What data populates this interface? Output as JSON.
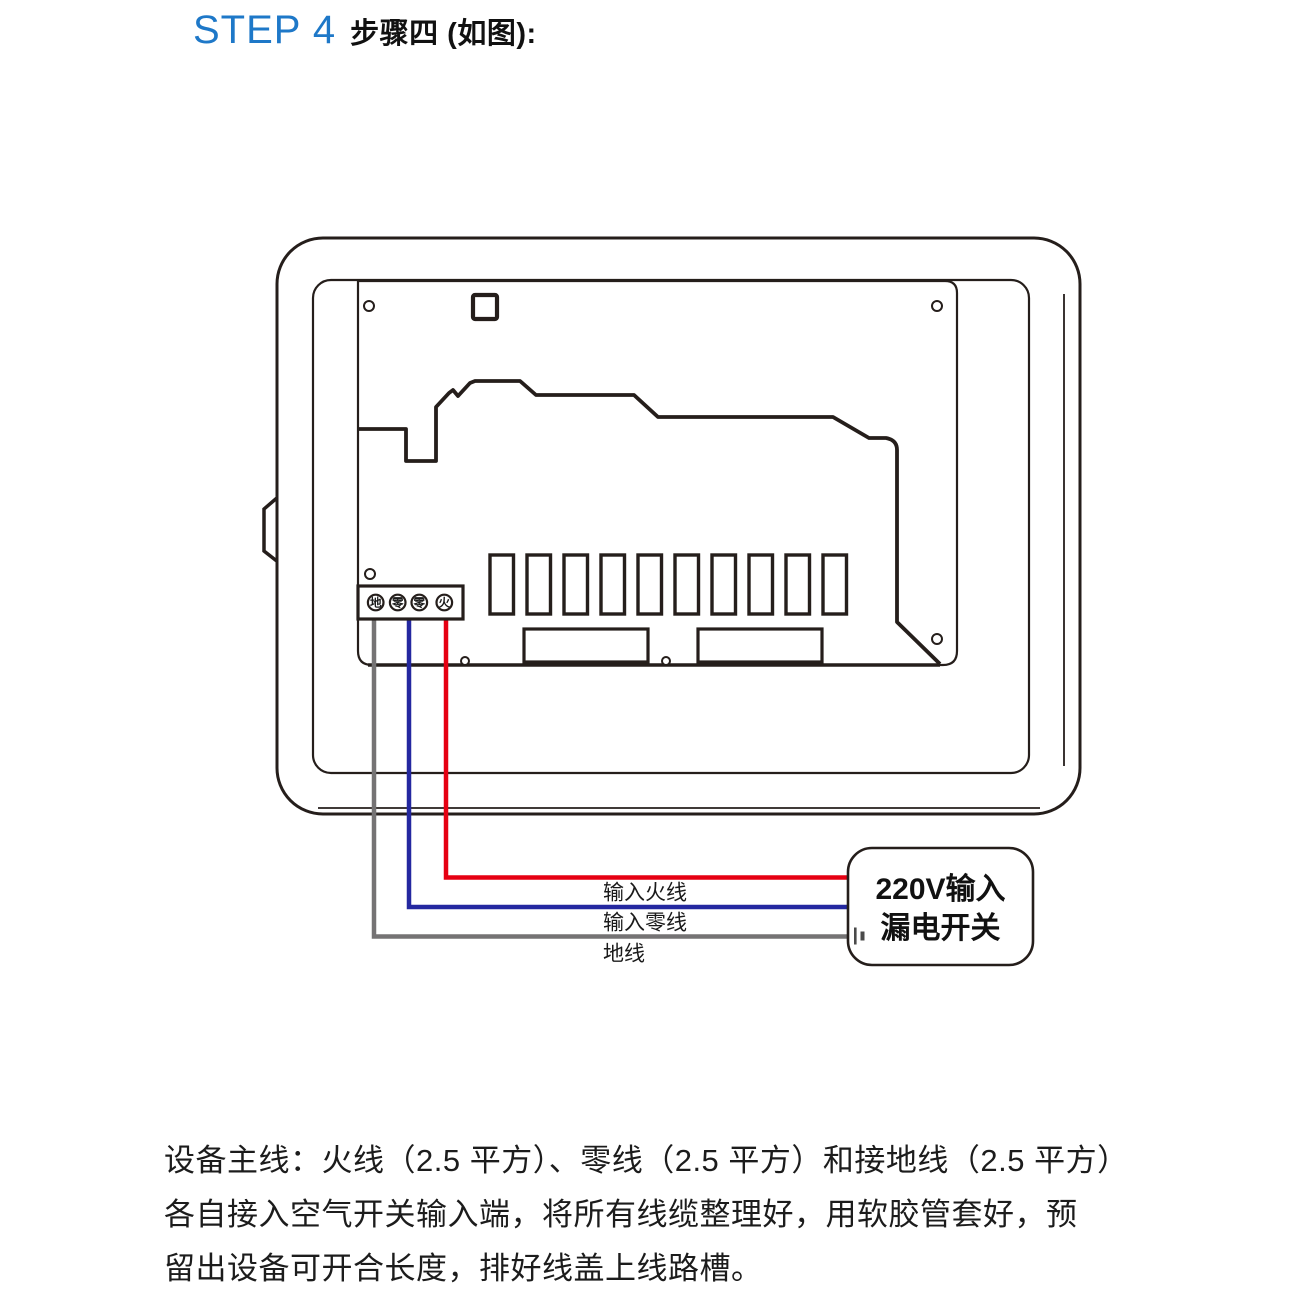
{
  "title": {
    "step": "STEP 4",
    "subtitle": "步骤四 (如图):"
  },
  "diagram": {
    "terminals": [
      "地",
      "零",
      "零",
      "火"
    ],
    "wire_labels": {
      "live": "输入火线",
      "neutral": "输入零线",
      "ground": "地线"
    },
    "breaker_box": {
      "line1": "220V输入",
      "line2": "漏电开关"
    },
    "colors": {
      "accent_blue": "#1e78c8",
      "line": "#251e1b",
      "wire_live": "#e60012",
      "wire_neutral": "#2428a0",
      "wire_ground": "#757374"
    }
  },
  "instructions": {
    "lines": [
      "设备主线：火线（2.5 平方）、零线（2.5 平方）和接地线（2.5 平方）",
      "各自接入空气开关输入端，将所有线缆整理好，用软胶管套好，预",
      "留出设备可开合长度，排好线盖上线路槽。"
    ]
  }
}
